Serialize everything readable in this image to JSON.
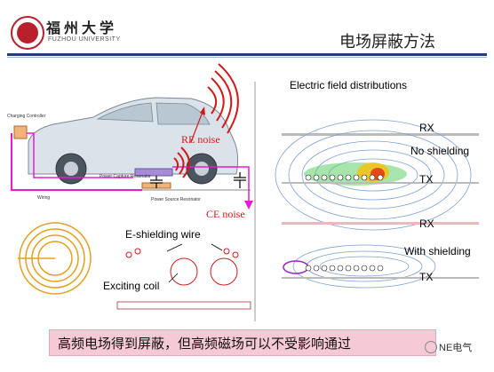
{
  "header": {
    "university_name": "福州大学",
    "university_english": "FUZHOU UNIVERSITY",
    "slide_title": "电场屏蔽方法"
  },
  "left_diagram": {
    "charging_controller": "Charging Controller",
    "power_capture_resonator": "Power Capture Resonator",
    "power_source_resonator": "Power Source Resonator",
    "wiring": "Wiring",
    "re_noise": "RE noise",
    "ce_noise": "CE noise",
    "e_shielding_wire": "E-shielding wire",
    "exciting_coil": "Exciting coil"
  },
  "right_diagram": {
    "heading": "Electric field distributions",
    "rx_top": "RX",
    "no_shielding": "No shielding",
    "tx_top": "TX",
    "rx_bottom": "RX",
    "with_shielding": "With shielding",
    "tx_bottom": "TX"
  },
  "footer": {
    "caption": "高频电场得到屏蔽，但高频磁场可以不受影响通过",
    "watermark": "NE电气"
  },
  "colors": {
    "accent_red": "#d11b1b",
    "header_blue": "#1f3d7a",
    "caption_bg": "#f6c9d6"
  }
}
